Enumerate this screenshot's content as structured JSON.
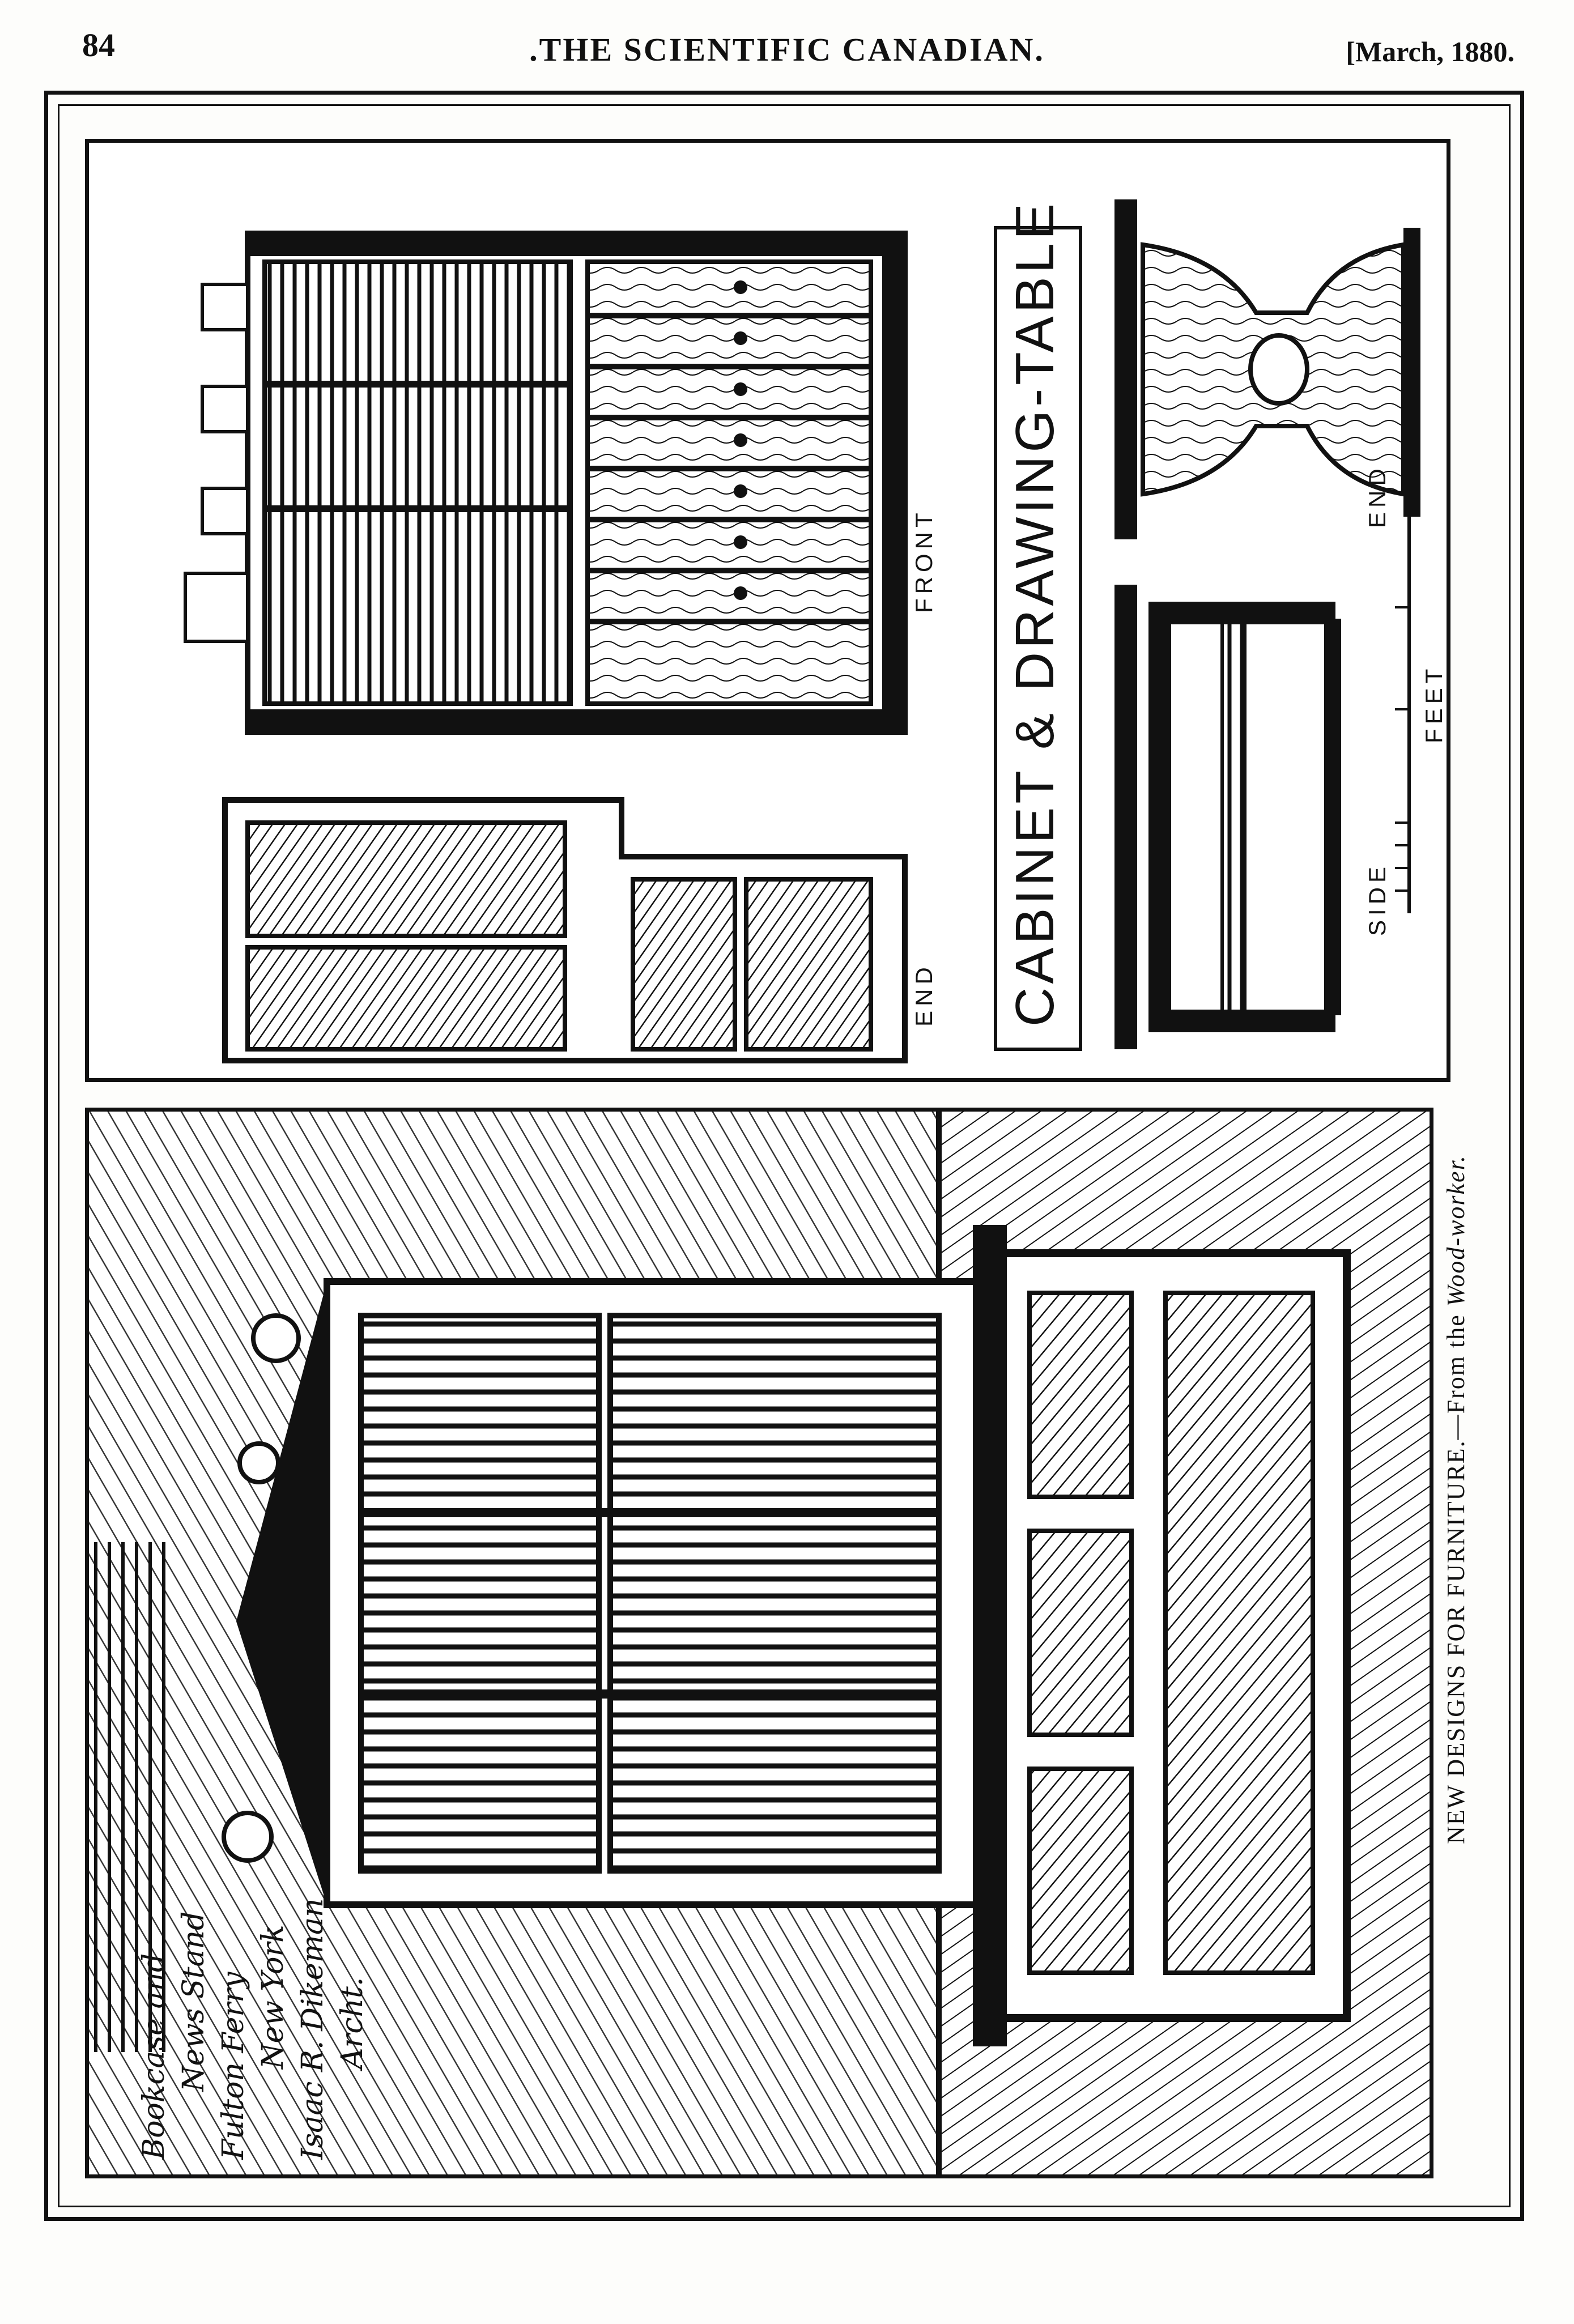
{
  "header": {
    "page_number": "84",
    "running_title": ".THE SCIENTIFIC CANADIAN.",
    "issue_date": "[March, 1880."
  },
  "caption": {
    "main": "NEW DESIGNS FOR FURNITURE.—From the ",
    "source": "Wood-worker."
  },
  "cabinet_panel": {
    "title": "CABINET & DRAWING-TABLE",
    "labels": {
      "front": "FRONT",
      "cabinet_end": "END",
      "table_end": "END",
      "side": "SIDE",
      "feet": "FEET"
    }
  },
  "bookcase_panel": {
    "inscription": [
      "Bookcase and",
      "News Stand",
      "Fulton Ferry",
      "New York",
      "Isaac R. Dikeman",
      "Archt."
    ]
  }
}
